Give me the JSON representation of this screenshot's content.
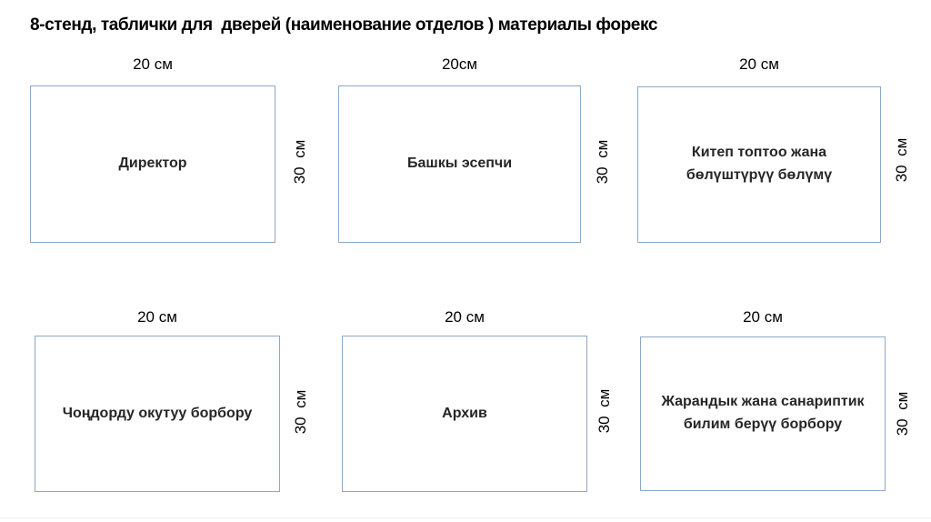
{
  "title": "8-стенд, таблички для  дверей (наименование отделов ) материалы форекс",
  "colors": {
    "background": "#FFFFFF",
    "box_border": "#8CA8C5",
    "plaque_text": "#262626",
    "dimension_text": "#000000"
  },
  "plaques": [
    {
      "name": "Директор",
      "width_label": "20 см",
      "height_label": "30  см"
    },
    {
      "name": "Башкы эсепчи",
      "width_label": "20см",
      "height_label": "30  см"
    },
    {
      "name": "Китеп топтоо жана\nбөлүштүрүү бөлүмү",
      "width_label": "20 см",
      "height_label": "30  см"
    },
    {
      "name": "Чоңдорду окутуу борбору",
      "width_label": "20 см",
      "height_label": "30  см"
    },
    {
      "name": "Архив",
      "width_label": "20 см",
      "height_label": "30  см"
    },
    {
      "name": "Жарандык жана санариптик\nбилим берүү борбору",
      "width_label": "20 см",
      "height_label": "30  см"
    }
  ]
}
